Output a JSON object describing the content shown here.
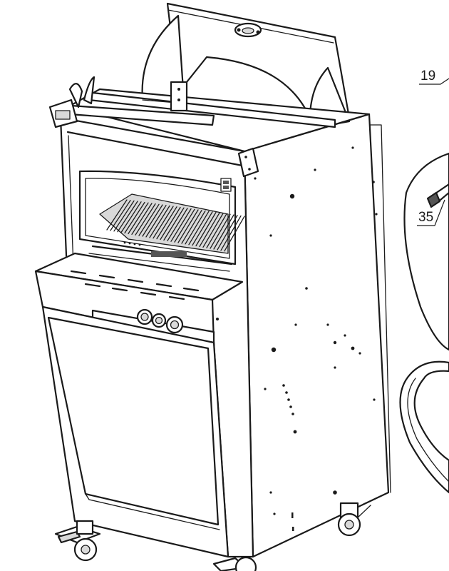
{
  "callouts": [
    {
      "id": "callout-19",
      "label": "19"
    },
    {
      "id": "callout-35",
      "label": "35"
    }
  ],
  "colors": {
    "line": "#1a1a1a",
    "background": "#ffffff",
    "shade": "#d9d9d9"
  }
}
